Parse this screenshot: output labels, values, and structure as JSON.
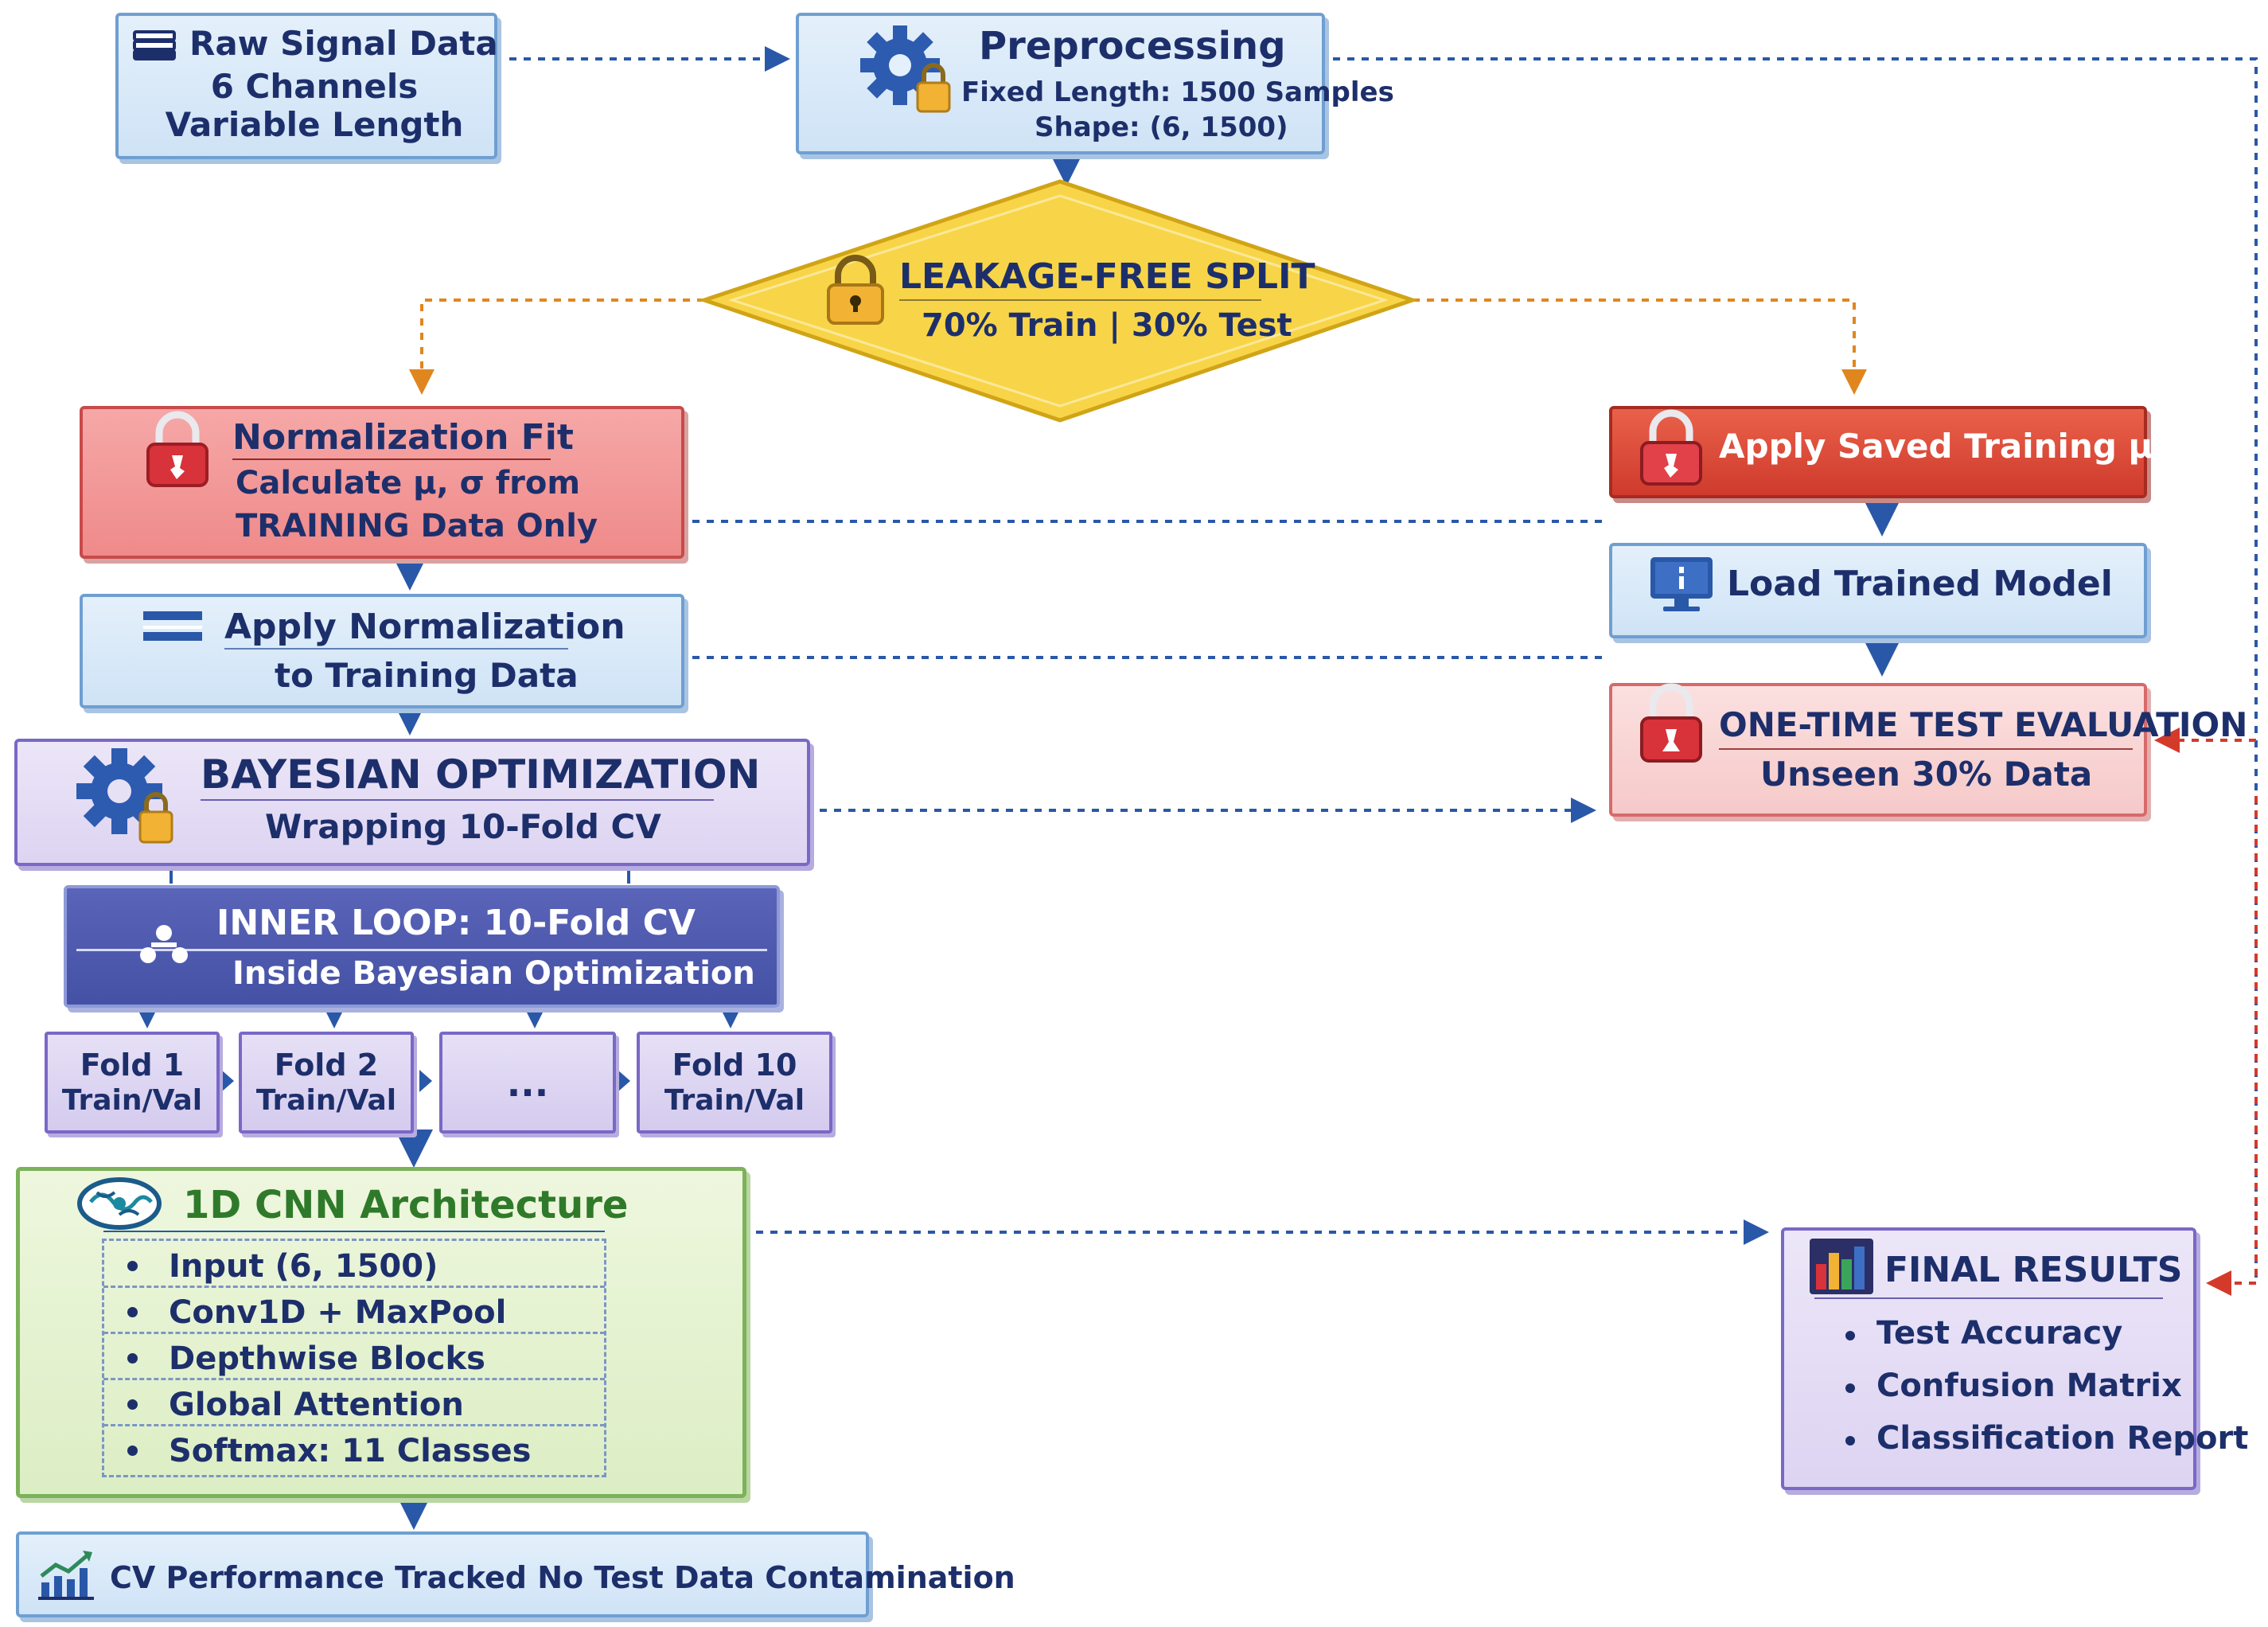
{
  "raw_signal": {
    "title": "Raw Signal Data",
    "line1": "6 Channels",
    "line2": "Variable Length"
  },
  "preprocessing": {
    "title": "Preprocessing",
    "line1": "Fixed Length: 1500 Samples",
    "line2": "Shape: (6, 1500)"
  },
  "split": {
    "title": "LEAKAGE-FREE SPLIT",
    "subtitle": "70% Train | 30% Test"
  },
  "norm_fit": {
    "title": "Normalization Fit",
    "line1": "Calculate μ, σ from",
    "line2": "TRAINING Data Only"
  },
  "apply_norm": {
    "title": "Apply Normalization",
    "line1": "to Training Data"
  },
  "bayes": {
    "title": "BAYESIAN OPTIMIZATION",
    "subtitle": "Wrapping 10-Fold CV"
  },
  "inner_loop": {
    "title": "INNER LOOP: 10-Fold CV",
    "subtitle": "Inside Bayesian Optimization"
  },
  "folds": [
    {
      "label": "Fold 1",
      "sub": "Train/Val"
    },
    {
      "label": "Fold 2",
      "sub": "Train/Val"
    },
    {
      "label": "...",
      "sub": ""
    },
    {
      "label": "Fold 10",
      "sub": "Train/Val"
    }
  ],
  "cnn": {
    "title": "1D CNN Architecture",
    "items": [
      "Input   (6, 1500)",
      "Conv1D + MaxPool",
      "Depthwise Blocks",
      "Global Attention",
      "Softmax: 11 Classes"
    ]
  },
  "cv_tracked": {
    "text": "CV Performance Tracked No Test Data Contamination"
  },
  "apply_saved": {
    "title": "Apply Saved Training μ, σ"
  },
  "load_model": {
    "title": "Load Trained Model"
  },
  "test_eval": {
    "title": "ONE-TIME TEST EVALUATION",
    "subtitle": "Unseen 30% Data"
  },
  "final": {
    "title": "FINAL RESULTS",
    "items": [
      "Test Accuracy",
      "Confusion Matrix",
      "Classification Report"
    ]
  },
  "colors": {
    "navy": "#1d2f6b",
    "blue_arrow": "#2a58a8",
    "orange_arrow": "#e0861f",
    "red_arrow": "#d43a2a",
    "lock_gold": "#f2b233",
    "diamond": "#f8d548"
  },
  "icons": [
    "database-icon",
    "gear-lock-icon",
    "padlock-icon",
    "monitor-icon",
    "cycle-icon",
    "brain-icon",
    "line-chart-icon",
    "bar-chart-icon",
    "menu-icon"
  ]
}
